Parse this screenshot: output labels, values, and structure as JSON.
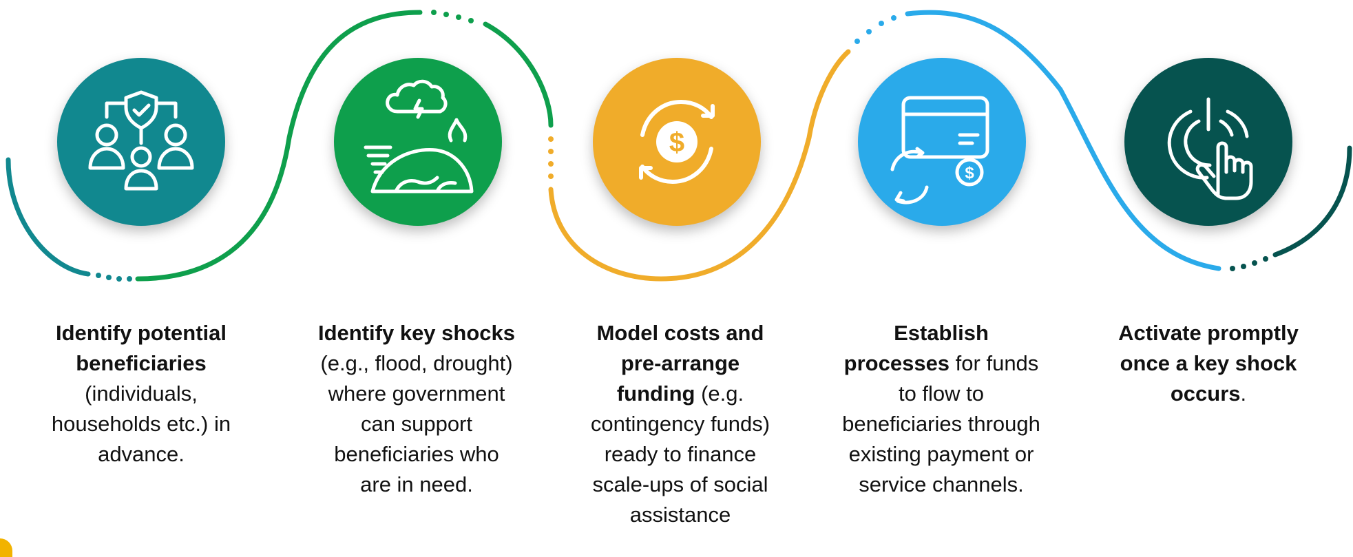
{
  "steps": [
    {
      "id": "identify-beneficiaries",
      "color": "#11888f",
      "icon": "people-shield-icon",
      "bold": "Identify potential beneficiaries",
      "rest": " (individuals, households etc.) in advance.",
      "tail": ""
    },
    {
      "id": "identify-shocks",
      "color": "#0e9f4c",
      "icon": "globe-disaster-icon",
      "bold": "Identify key shocks",
      "rest": " (e.g., flood, drought) where government can support beneficiaries who are in need.",
      "tail": ""
    },
    {
      "id": "model-costs",
      "color": "#f0ac2a",
      "icon": "dollar-cycle-icon",
      "bold": "Model costs and pre-arrange funding",
      "rest": " (e.g. contingency funds) ready to finance scale-ups of social assistance",
      "tail": ""
    },
    {
      "id": "establish-processes",
      "color": "#2aaaea",
      "icon": "card-payment-icon",
      "bold": "Establish processes",
      "rest": " for funds to flow to beneficiaries through existing payment or service channels.",
      "tail": ""
    },
    {
      "id": "activate-promptly",
      "color": "#06534f",
      "icon": "power-touch-icon",
      "bold": "Activate promptly once a key shock occurs",
      "rest": "",
      "tail": "."
    }
  ]
}
